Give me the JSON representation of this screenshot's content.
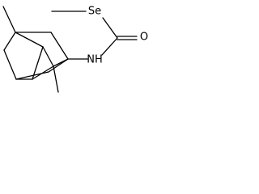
{
  "molecule": {
    "atom_labels": {
      "selenium": "Se",
      "oxygen": "O",
      "amine": "NH"
    },
    "colors": {
      "bond": "#000000",
      "label": "#000000",
      "background": "#ffffff"
    }
  }
}
